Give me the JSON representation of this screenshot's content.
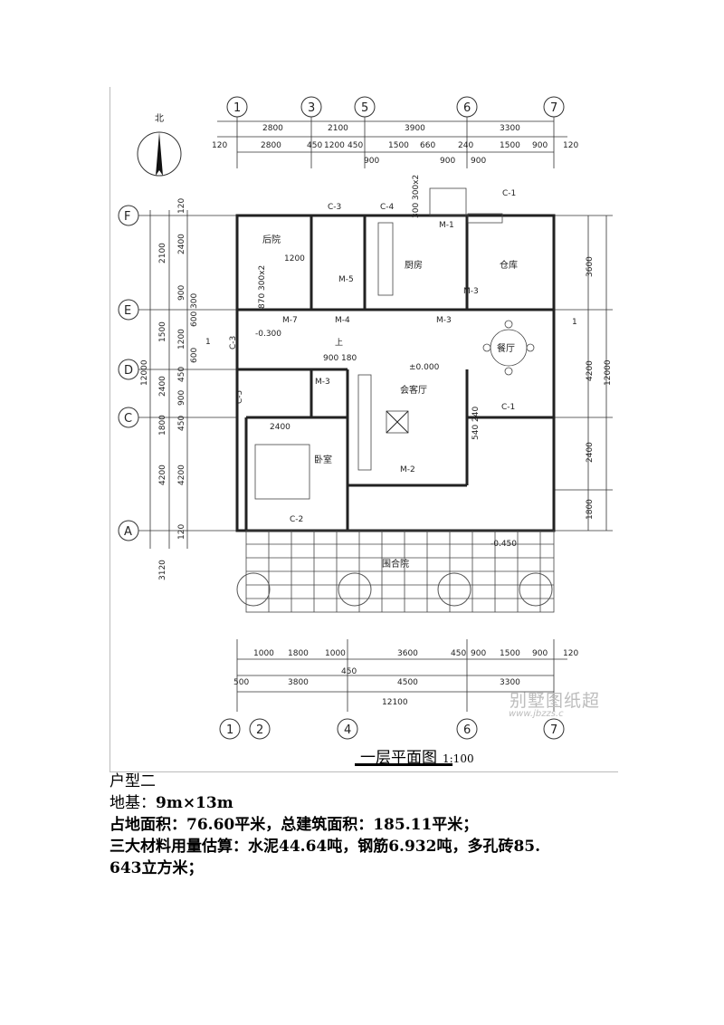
{
  "plan": {
    "north_label": "北",
    "title": "一层平面图",
    "scale": "1:100",
    "watermark": "别墅图纸超",
    "watermark_url": "www.jbzzs.c",
    "axes_top": [
      "1",
      "3",
      "5",
      "6",
      "7"
    ],
    "axes_bottom": [
      "1",
      "2",
      "4",
      "6",
      "7"
    ],
    "axes_left": [
      "F",
      "E",
      "D",
      "C",
      "A"
    ],
    "dims_top_1": [
      "2800",
      "2100",
      "3900",
      "3300"
    ],
    "dims_top_2": [
      "120",
      "2800",
      "450",
      "1200",
      "450",
      "1500",
      "660",
      "240",
      "1500",
      "900",
      "120"
    ],
    "dims_top_3": [
      "900",
      "900",
      "900"
    ],
    "dims_bottom_1": [
      "1000",
      "1800",
      "1000",
      "3600",
      "450",
      "900",
      "1500",
      "900",
      "120"
    ],
    "dims_bottom_2": [
      "500",
      "3800",
      "450",
      "4500",
      "3300"
    ],
    "dims_bottom_total": "12100",
    "dims_left_outer": [
      "2100",
      "1500",
      "2400",
      "1800",
      "4200"
    ],
    "dims_left_inner": [
      "2400",
      "900",
      "1200",
      "450",
      "900",
      "450",
      "4200",
      "120"
    ],
    "dims_left_total": "12000",
    "dims_left_extra": [
      "120",
      "600",
      "300",
      "600",
      "3120"
    ],
    "dims_right": [
      "3600",
      "4200",
      "2400",
      "1800"
    ],
    "dims_right_total": "12000",
    "rooms": [
      "后院",
      "厨房",
      "仓库",
      "餐厅",
      "会客厅",
      "卧室",
      "围合院"
    ],
    "doors": [
      "M-1",
      "M-2",
      "M-3",
      "M-3",
      "M-4",
      "M-5",
      "M-7",
      "M-3"
    ],
    "windows": [
      "C-1",
      "C-1",
      "C-2",
      "C-3",
      "C-3",
      "C-4",
      "C-5"
    ],
    "levels": [
      "±0.000",
      "-0.300",
      "-0.450"
    ],
    "misc": [
      "上",
      "900 180",
      "1200",
      "870 300x2",
      "300 300x2",
      "540 240",
      "2400",
      "1",
      "1"
    ]
  },
  "caption": {
    "line1": "户型二",
    "line2_label": "地基：",
    "line2_value": "9m×13m",
    "line3": "占地面积：76.60平米，总建筑面积：185.11平米；",
    "line4": "三大材料用量估算：水泥44.64吨，钢筋6.932吨，多孔砖85.",
    "line5": "643立方米；"
  }
}
